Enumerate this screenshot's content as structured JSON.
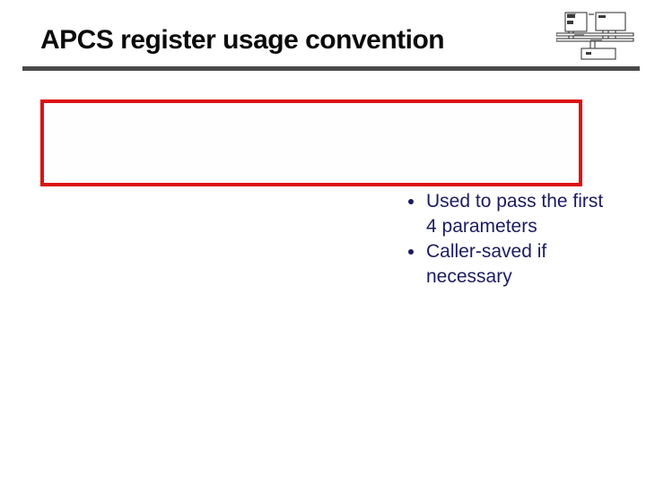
{
  "slide": {
    "title": "APCS register usage convention",
    "bullets": [
      "Used to pass the first 4 parameters",
      "Caller-saved if necessary"
    ],
    "highlight_box": {
      "content": "",
      "border_color": "#dd1111"
    },
    "icons": {
      "corner_diagram": "architecture-block-diagram-icon"
    },
    "colors": {
      "title_text": "#0b0b0b",
      "rule": "#4a4a4a",
      "box_border": "#dd1111",
      "body_text": "#1c1c60",
      "background": "#ffffff"
    }
  }
}
